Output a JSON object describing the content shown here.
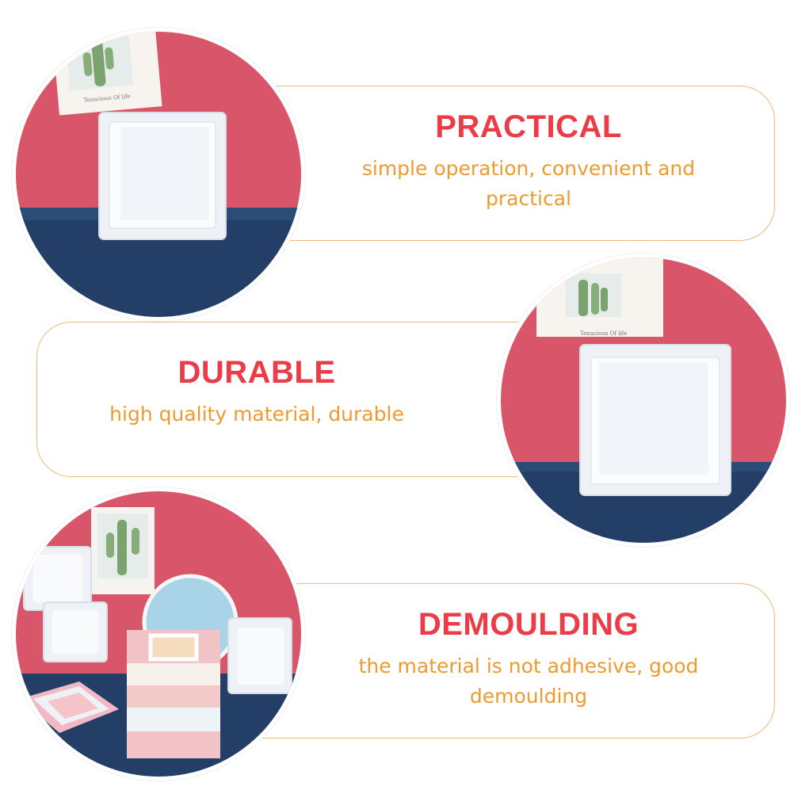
{
  "features": [
    {
      "title": "PRACTICAL",
      "description": "simple operation, convenient and practical"
    },
    {
      "title": "DURABLE",
      "description": "high quality material, durable"
    },
    {
      "title": "DEMOULDING",
      "description": "the material is not adhesive, good demoulding"
    }
  ],
  "photo_caption": "Tenacious Of life",
  "colors": {
    "heading": "#ea3d47",
    "description": "#ee9a2e",
    "card_border": "#f2b878",
    "wall_pink": "#d9566a",
    "table_navy": "#233f67"
  }
}
